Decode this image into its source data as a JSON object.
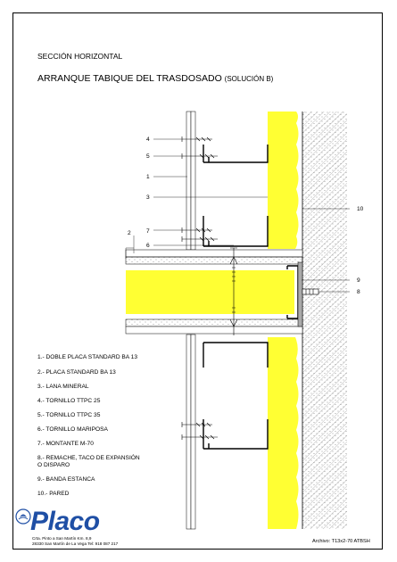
{
  "header": {
    "section": "SECCIÓN HORIZONTAL",
    "title": "ARRANQUE TABIQUE DEL TRASDOSADO",
    "title_suffix": "(SOLUCIÓN B)"
  },
  "callouts": [
    "4",
    "5",
    "1",
    "3",
    "10",
    "2",
    "7",
    "6",
    "9",
    "8"
  ],
  "legend": [
    "1.- DOBLE PLACA STANDARD BA 13",
    "2.- PLACA STANDARD BA 13",
    "3.- LANA MINERAL",
    "4.- TORNILLO TTPC 25",
    "5.- TORNILLO TTPC 35",
    "6.- TORNILLO MARIPOSA",
    "7.- MONTANTE M-70",
    "8.- REMACHE, TACO DE EXPANSIÓN",
    "O DISPARO",
    "9.- BANDA ESTANCA",
    "10.- PARED"
  ],
  "footer": {
    "brand": "Placo",
    "address_line1": "Crta. Pinto a San Martín Km. 8,9",
    "address_line2": "28330 San Martín de La Vega  Tel: 918 087 217",
    "archive": "Archivo: T13x2-70 ATBSH"
  },
  "colors": {
    "insulation": "#ffff33",
    "stud": "#333333",
    "brand": "#1f4fa5"
  }
}
